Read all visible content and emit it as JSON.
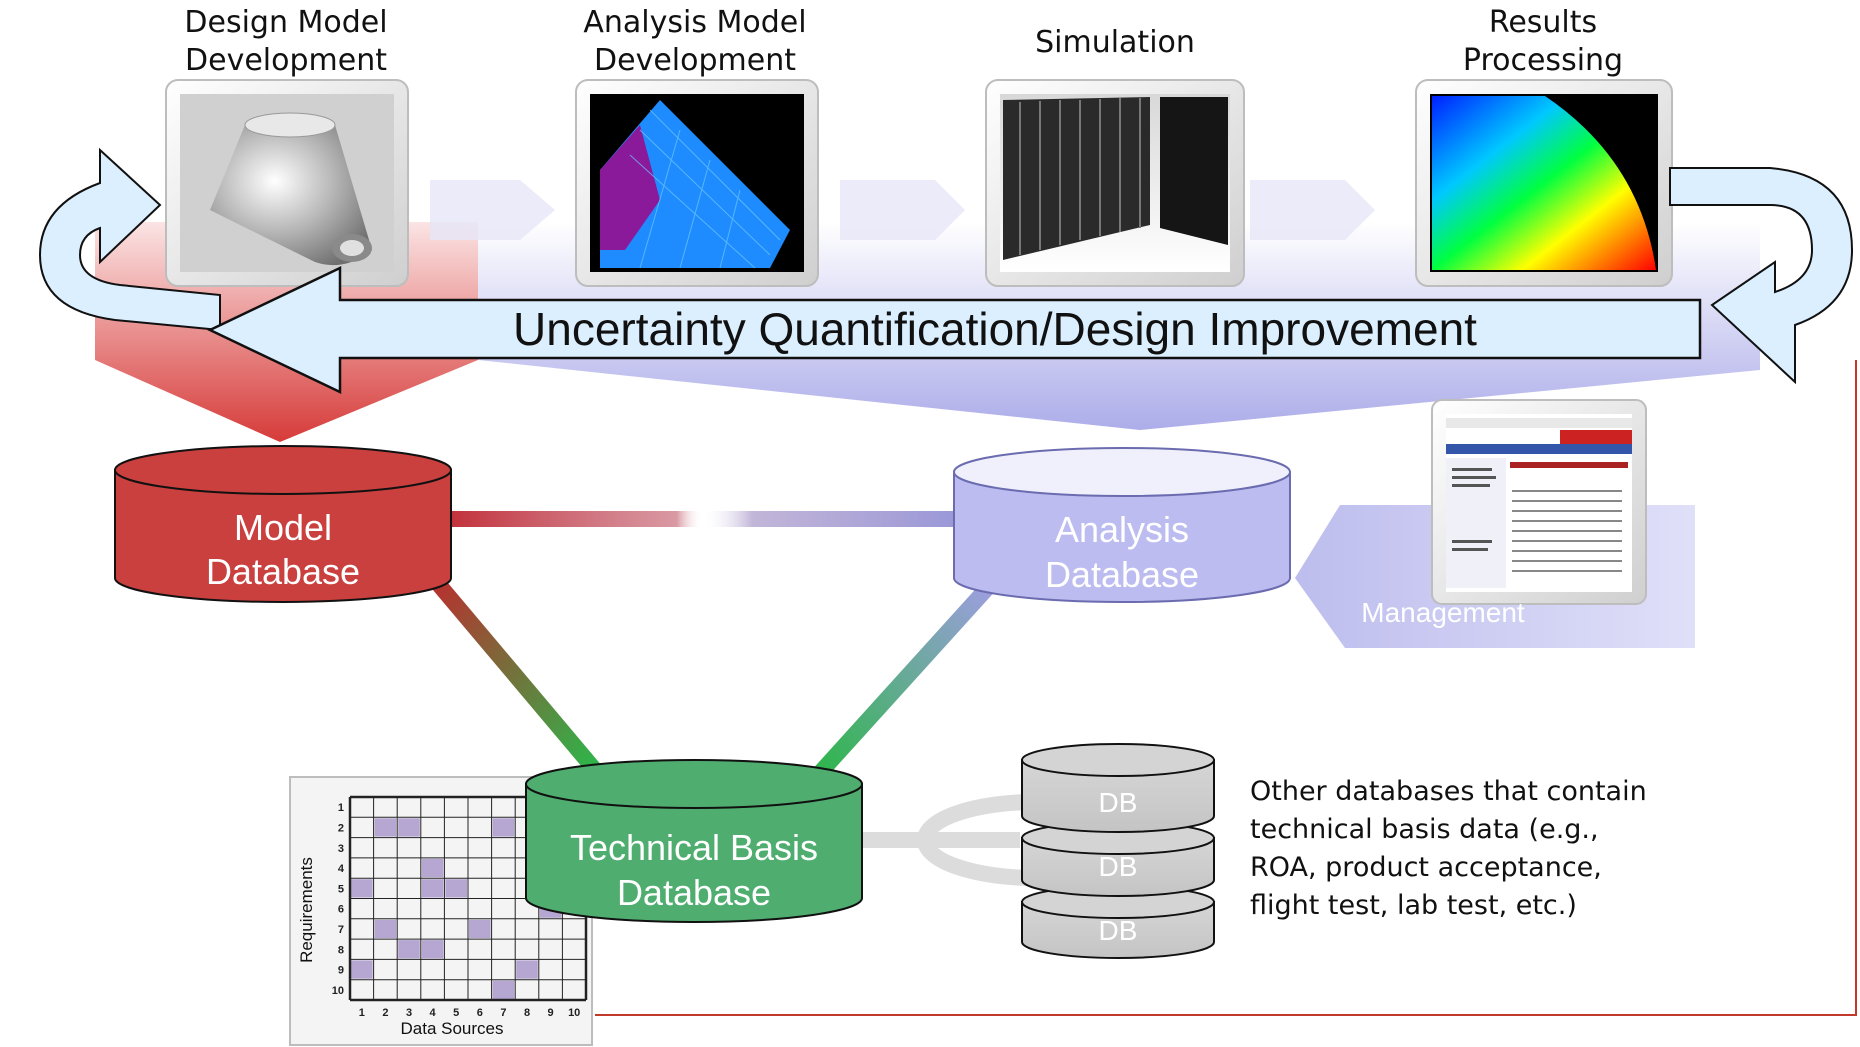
{
  "process_steps": [
    {
      "line1": "Design Model",
      "line2": "Development"
    },
    {
      "line1": "Analysis Model",
      "line2": "Development"
    },
    {
      "line1": "Simulation",
      "line2": ""
    },
    {
      "line1": "Results",
      "line2": "Processing"
    }
  ],
  "feedback_arrow": {
    "label": "Uncertainty Quantification/Design Improvement"
  },
  "databases": {
    "model": {
      "line1": "Model",
      "line2": "Database",
      "color": "#c9403f"
    },
    "analysis": {
      "line1": "Analysis",
      "line2": "Database",
      "color": "#bcbcf0"
    },
    "technical": {
      "line1": "Technical Basis",
      "line2": "Database",
      "color": "#4fae6f"
    }
  },
  "management": {
    "label": "Management"
  },
  "other_dbs": {
    "labels": [
      "DB",
      "DB",
      "DB"
    ],
    "description": [
      "Other databases that contain",
      "technical basis data (e.g.,",
      "ROA, product acceptance,",
      "flight test, lab test, etc.)"
    ]
  },
  "matrix": {
    "xlabel": "Data Sources",
    "ylabel": "Requirements",
    "cols": [
      "1",
      "2",
      "3",
      "4",
      "5",
      "6",
      "7",
      "8",
      "9",
      "10"
    ],
    "rows": [
      "1",
      "2",
      "3",
      "4",
      "5",
      "6",
      "7",
      "8",
      "9",
      "10"
    ]
  },
  "colors": {
    "accent_red": "#d9403a",
    "accent_lavender": "#a4a4e0",
    "accent_green": "#33a84e",
    "arrow_fill": "#dcefff",
    "matrix_cell": "#b6a7d2"
  }
}
